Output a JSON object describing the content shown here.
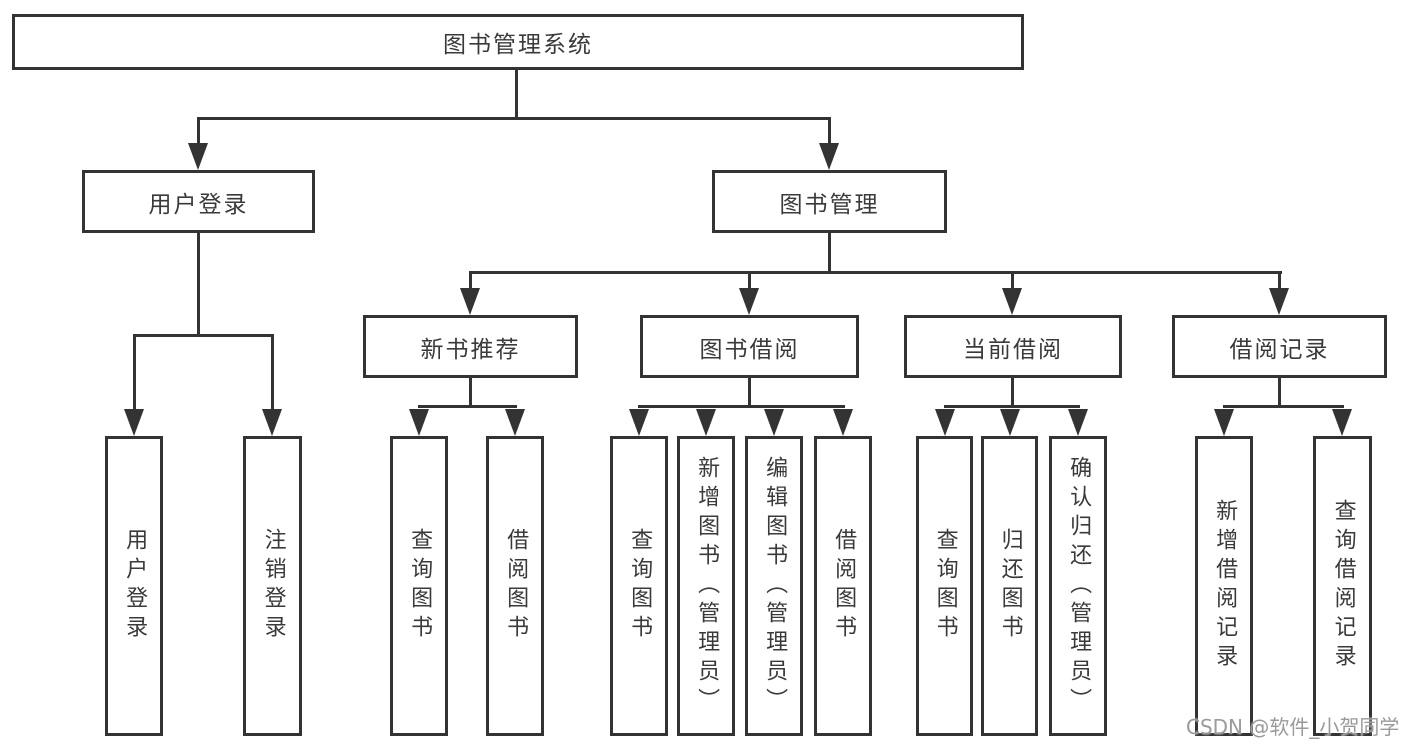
{
  "diagram": {
    "type": "tree",
    "root": {
      "label": "图书管理系统"
    },
    "level2": [
      {
        "label": "用户登录"
      },
      {
        "label": "图书管理"
      }
    ],
    "level3": [
      {
        "label": "新书推荐",
        "parent": "图书管理"
      },
      {
        "label": "图书借阅",
        "parent": "图书管理"
      },
      {
        "label": "当前借阅",
        "parent": "图书管理"
      },
      {
        "label": "借阅记录",
        "parent": "图书管理"
      }
    ],
    "leaves": [
      {
        "label": "用户登录",
        "parent": "用户登录"
      },
      {
        "label": "注销登录",
        "parent": "用户登录"
      },
      {
        "label": "查询图书",
        "parent": "新书推荐"
      },
      {
        "label": "借阅图书",
        "parent": "新书推荐"
      },
      {
        "label": "查询图书",
        "parent": "图书借阅"
      },
      {
        "label": "新增图书（管理员）",
        "parent": "图书借阅"
      },
      {
        "label": "编辑图书（管理员）",
        "parent": "图书借阅"
      },
      {
        "label": "借阅图书",
        "parent": "图书借阅"
      },
      {
        "label": "查询图书",
        "parent": "当前借阅"
      },
      {
        "label": "归还图书",
        "parent": "当前借阅"
      },
      {
        "label": "确认归还（管理员）",
        "parent": "当前借阅"
      },
      {
        "label": "新增借阅记录",
        "parent": "借阅记录"
      },
      {
        "label": "查询借阅记录",
        "parent": "借阅记录"
      }
    ]
  },
  "watermark": "CSDN @软件_小贺同学",
  "colors": {
    "line": "#333333",
    "box_border": "#333333",
    "text": "#3a3a3a",
    "watermark": "#9a9a9a",
    "background": "#ffffff"
  }
}
